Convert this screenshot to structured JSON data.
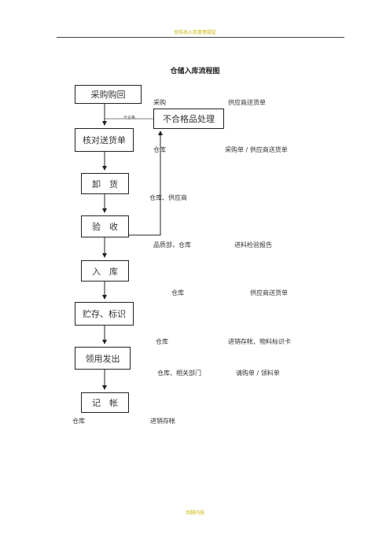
{
  "header": {
    "top_text": "仓库出入库管理规定",
    "bottom_text": "页脚内容"
  },
  "title": "仓储入库流程图",
  "boxes": {
    "purchase": "采购购回",
    "verify": "核对送货单",
    "unload": "卸　货",
    "inspect": "验　收",
    "instock": "入　库",
    "store": "贮存、标识",
    "issue": "领用发出",
    "record": "记　帐",
    "nonconforming": "不合格品处理"
  },
  "edge_label": "不合格",
  "notes": {
    "purchase_dept": "采购",
    "purchase_doc": "供应商送货单",
    "verify_dept": "仓库",
    "verify_doc": "采购单 / 供应商送货单",
    "unload_dept": "仓库、供应商",
    "inspect_dept": "品质部，仓库",
    "inspect_doc": "进料检验报告",
    "instock_dept": "仓库",
    "instock_doc": "供应商送货单",
    "store_dept": "仓库",
    "store_doc": "进销存帐、物料标识卡",
    "issue_dept": "仓库、相关部门",
    "issue_doc": "请购单 / 领料单",
    "record_dept": "仓库",
    "record_doc": "进销存帐"
  }
}
